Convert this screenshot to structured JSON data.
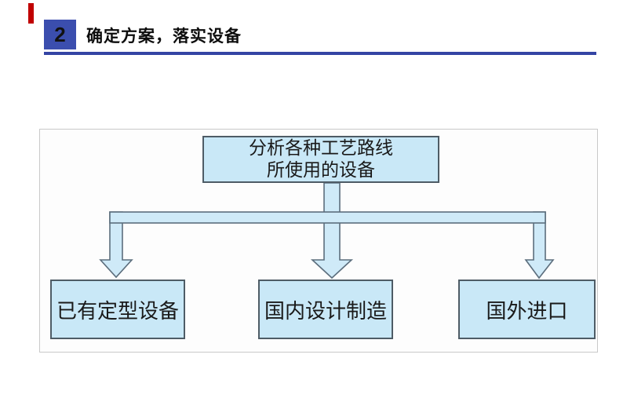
{
  "header": {
    "section_number": "2",
    "title": "确定方案，落实设备"
  },
  "flowchart": {
    "root_box": {
      "line1": "分析各种工艺路线",
      "line2": "所使用的设备"
    },
    "child_boxes": [
      {
        "label": "已有定型设备"
      },
      {
        "label": "国内设计制造"
      },
      {
        "label": "国外进口"
      }
    ]
  },
  "colors": {
    "accent_red": "#c00000",
    "badge_blue": "#3b4eae",
    "underline_blue": "#3444a4",
    "box_fill": "#c9e8f7",
    "box_border": "#4e5c66",
    "arrow_fill": "#cfeaf8",
    "arrow_border": "#5c6e7d"
  }
}
